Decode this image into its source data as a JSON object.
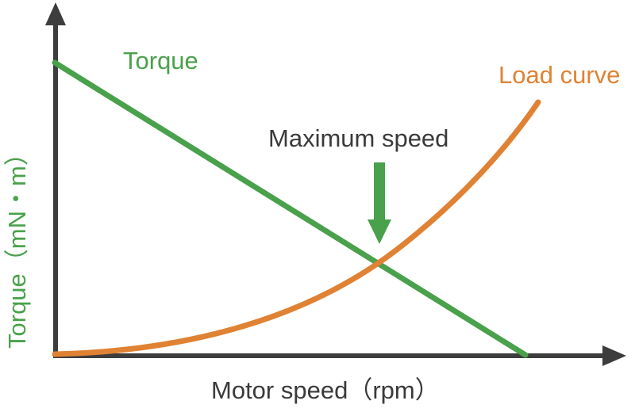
{
  "chart_data": {
    "type": "line",
    "title": "",
    "xlabel": "Motor speed（rpm）",
    "ylabel": "Torque（mN・m）",
    "xlim": [
      0,
      100
    ],
    "ylim": [
      0,
      100
    ],
    "grid": false,
    "legend_position": "inline-labels",
    "axis_ticks": {
      "x": [],
      "y": []
    },
    "colors": {
      "torque": "#49a14b",
      "load": "#e08233",
      "axis": "#3d3d3d",
      "annotation_text": "#3a3a3a",
      "background": "#ffffff"
    },
    "series": [
      {
        "name": "Torque",
        "label": "Torque",
        "color": "#49a14b",
        "shape": "straight-decreasing-line",
        "x": [
          0,
          10,
          20,
          30,
          40,
          50,
          60,
          70,
          80,
          82.6
        ],
        "y": [
          100,
          87.9,
          75.8,
          63.7,
          51.5,
          39.4,
          27.3,
          15.2,
          3.0,
          0
        ]
      },
      {
        "name": "Load curve",
        "label": "Load curve",
        "color": "#e08233",
        "shape": "convex-increasing-curve",
        "x": [
          0,
          10,
          20,
          30,
          40,
          50,
          60,
          70,
          80,
          85
        ],
        "y": [
          0,
          1.4,
          4.0,
          8.2,
          14.4,
          23.0,
          34.8,
          50.8,
          72.0,
          86.1
        ]
      }
    ],
    "annotations": [
      {
        "name": "Maximum speed",
        "text": "Maximum speed",
        "color": "#3a3a3a",
        "arrow_color": "#49a14b",
        "points_to": "intersection of Torque and Load curve",
        "x": 54.4,
        "y": 33.9
      }
    ],
    "intersection": {
      "x": 54.4,
      "y": 33.9
    }
  },
  "axes": {
    "x_title": "Motor speed（rpm）",
    "y_title": "Torque（mN・m）"
  },
  "labels": {
    "torque": "Torque",
    "load_curve": "Load curve",
    "maximum_speed": "Maximum speed"
  }
}
